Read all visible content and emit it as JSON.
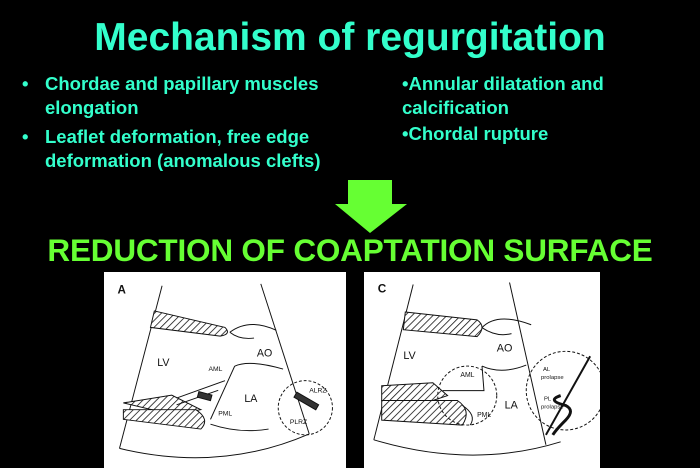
{
  "title": "Mechanism of regurgitation",
  "left_bullets": [
    {
      "marker": "•",
      "text_lines": [
        "Chordae and papillary muscles",
        "elongation"
      ]
    },
    {
      "marker": "•",
      "text_lines": [
        "Leaflet deformation, free edge",
        "deformation (anomalous clefts)"
      ]
    }
  ],
  "right_bullets": [
    {
      "marker": "•",
      "text_lines": [
        "Annular dilatation and",
        "calcification"
      ]
    },
    {
      "marker": "•",
      "text_lines": [
        "Chordal rupture"
      ]
    }
  ],
  "heading": "REDUCTION OF COAPTATION SURFACE",
  "colors": {
    "title": "#33ffcc",
    "heading": "#66ff33",
    "background": "#000000"
  },
  "figures": [
    {
      "panel": "A",
      "labels": {
        "lv": "LV",
        "ao": "AO",
        "la": "LA",
        "aml": "AML",
        "pml": "PML",
        "alrz": "ALRZ",
        "plrz": "PLRZ"
      }
    },
    {
      "panel": "C",
      "labels": {
        "lv": "LV",
        "ao": "AO",
        "la": "LA",
        "aml": "AML",
        "pml": "PML",
        "al": "AL",
        "al2": "prolapse",
        "pl": "PL",
        "pl2": "prolapse"
      }
    }
  ]
}
